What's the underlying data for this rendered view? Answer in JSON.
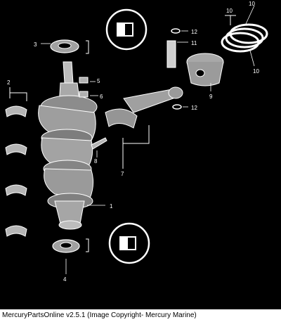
{
  "diagram": {
    "callouts": [
      "1",
      "2",
      "3",
      "4",
      "5",
      "6",
      "7",
      "8",
      "9",
      "10",
      "10",
      "10",
      "11",
      "12",
      "12"
    ],
    "colors": {
      "background": "#000000",
      "line": "#ffffff",
      "part_fill": "#b5b5b5",
      "part_shadow": "#4a4a4a"
    }
  },
  "footer": {
    "text": "MercuryPartsOnline v2.5.1 (Image Copyright- Mercury Marine)"
  }
}
